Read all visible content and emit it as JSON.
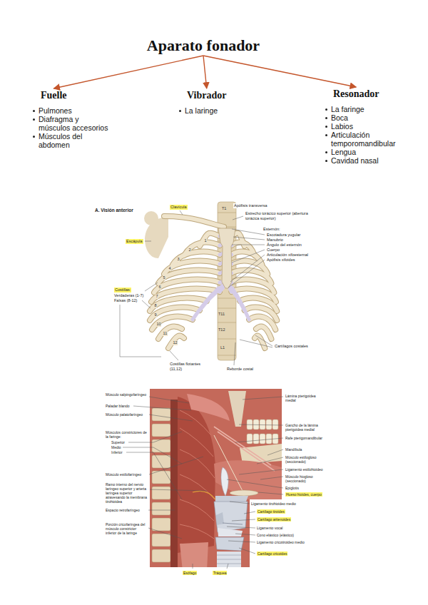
{
  "diagram": {
    "nodes": [
      {
        "text": [
          "Aparato fonador"
        ]
      },
      {
        "text": [
          "Fuelle",
          "Pulmones",
          "Diafragma y músculos accesorios",
          "Músculos del abdomen"
        ]
      },
      {
        "text": [
          "Vibrador",
          "La laringe"
        ]
      },
      {
        "text": [
          "Resonador",
          "La faringe",
          "Boca",
          "Labios",
          "Articulación temporomandibular",
          "Lengua",
          "Cavidad nasal"
        ]
      }
    ],
    "edges": [
      {
        "from": 0,
        "to": 1,
        "arrow": "to"
      },
      {
        "from": 0,
        "to": 2,
        "arrow": "to"
      },
      {
        "from": 0,
        "to": 3,
        "arrow": "to"
      }
    ],
    "labels": [
      "A. Visión anterior",
      "Clavícula",
      "Apófisis transversa",
      "Estrecho torácico superior (abertura torácica superior)",
      "Esternón:",
      "Escotadura yugular",
      "Manubrio",
      "Ángulo del esternón",
      "Cuerpo",
      "Articulación xifoesternal",
      "Apófisis xifoides",
      "Escápula",
      "Costillas:",
      "Verdaderas (1-7)",
      "Falsas (8-12)",
      "Cartílagos costales",
      "Costillas flotantes (11,12)",
      "Reborde costal",
      "T1",
      "T11",
      "T12",
      "L1",
      "1",
      "2",
      "3",
      "4",
      "5",
      "6",
      "7",
      "8",
      "9",
      "10",
      "11",
      "12",
      "Músculo salpingofaríngeo",
      "Paladar blando",
      "Músculo palatofaríngeo",
      "Músculos constrictores de la faringe:",
      "Superior",
      "Medio",
      "Inferior",
      "Músculo estilofaríngeo",
      "Ramo interno del nervio laríngeo superior y arteria laríngea superior atravesando la membrana tirohioidea",
      "Espacio retrofaríngeo",
      "Porción cricofaríngea del músculo constrictor inferior de la laringe",
      "Lámina pterigoidea medial",
      "Gancho de la lámina pterigoidea medial",
      "Rafe pterigomandibular",
      "Mandíbula",
      "Músculo estilogloso (seccionado)",
      "Ligamento estilohioideo",
      "Músculo hiogloso (seccionado)",
      "Epiglotis",
      "Hueso hioides, cuerpo",
      "Ligamento tirohioideo medio",
      "Cartílago tiroides",
      "Cartílago aritenoides",
      "Ligamento vocal",
      "Cono elástico (elástico)",
      "Ligamento cricotiroideo medio",
      "Cartílago cricoides",
      "Esófago",
      "Tráquea"
    ]
  }
}
